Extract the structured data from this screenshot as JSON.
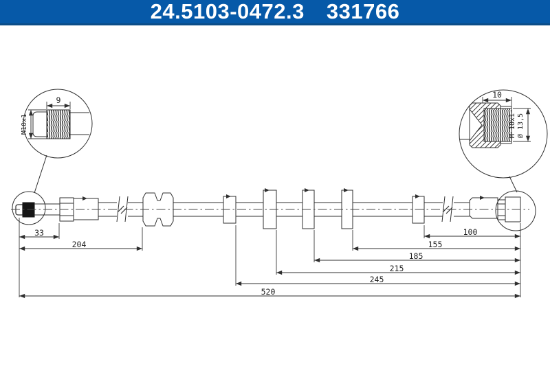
{
  "header": {
    "part_number": "24.5103-0472.3",
    "article_number": "331766"
  },
  "colors": {
    "header_bg": "#0659a8",
    "header_border": "#0b4c87",
    "line": "#2f2f2f"
  },
  "left_detail": {
    "thread_length": "9",
    "thread_spec": "M10x1"
  },
  "right_detail": {
    "thread_length": "10",
    "thread_spec": "M 10x1",
    "diameter": "Ø 13,5"
  },
  "dimensions": {
    "d33": "33",
    "d204": "204",
    "d100": "100",
    "d155": "155",
    "d185": "185",
    "d215": "215",
    "d245": "245",
    "d520": "520"
  }
}
